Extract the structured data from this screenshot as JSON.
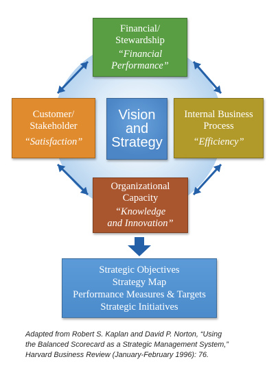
{
  "colors": {
    "financial": "#5a9e44",
    "customer": "#df8b2e",
    "vision": "#4c86c6",
    "internal": "#b19a2a",
    "org": "#a9552d",
    "strategic": "#4b8bcb",
    "arrow": "#2460a8",
    "circle": "#b5d3ef"
  },
  "boxes": {
    "financial": {
      "title1": "Financial/",
      "title2": "Stewardship",
      "sub1": "“Financial",
      "sub2": "Performance”"
    },
    "customer": {
      "title1": "Customer/",
      "title2": "Stakeholder",
      "sub1": "“Satisfaction”"
    },
    "vision": {
      "line1": "Vision",
      "line2": "and",
      "line3": "Strategy"
    },
    "internal": {
      "title1": "Internal Business",
      "title2": "Process",
      "sub1": "“Efficiency”"
    },
    "org": {
      "title1": "Organizational",
      "title2": "Capacity",
      "sub1": "“Knowledge",
      "sub2": "and Innovation”"
    }
  },
  "strategic": {
    "lines": [
      "Strategic Objectives",
      "Strategy Map",
      "Performance Measures & Targets",
      "Strategic Initiatives"
    ]
  },
  "caption": {
    "line1": "Adapted from Robert S. Kaplan and David P. Norton, “Using",
    "line2": "the Balanced Scorecard as a Strategic Management System,”",
    "line3": "Harvard Business Review (January-February 1996): 76."
  }
}
